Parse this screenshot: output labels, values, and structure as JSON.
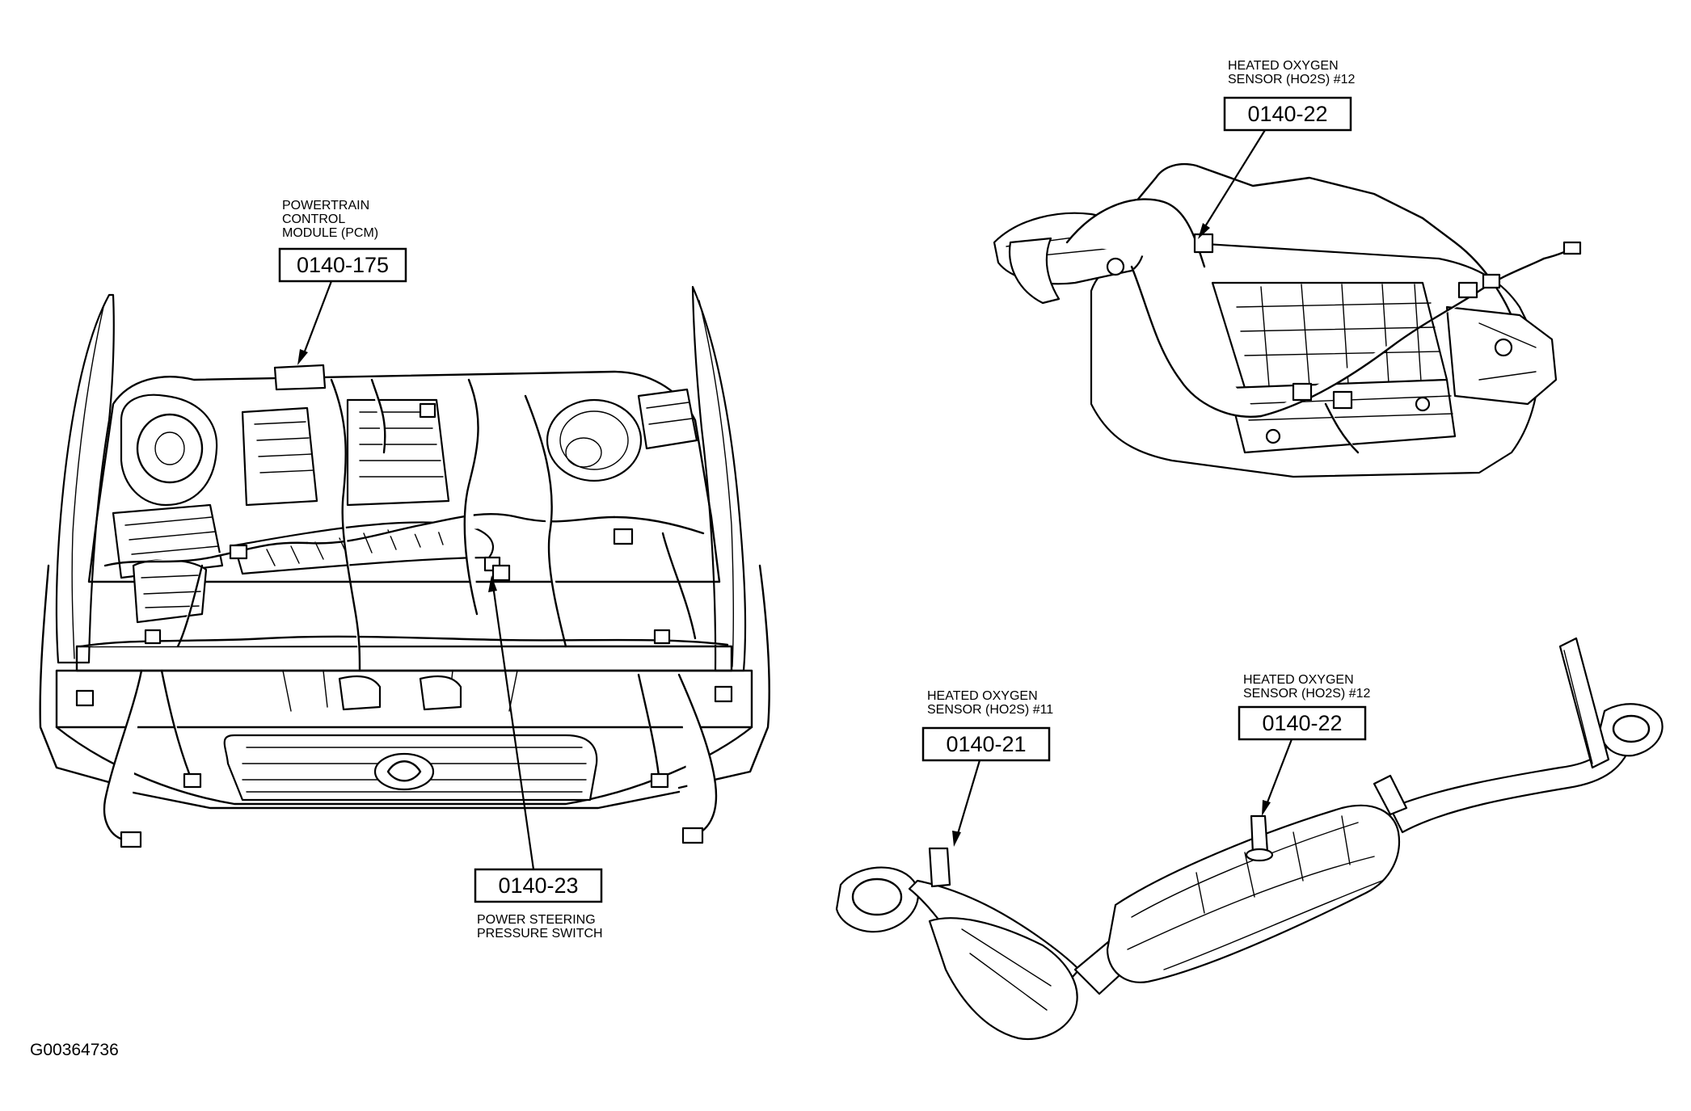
{
  "diagram_id": "G00364736",
  "callouts": {
    "pcm": {
      "label_lines": [
        "POWERTRAIN",
        "CONTROL",
        "MODULE (PCM)"
      ],
      "code": "0140-175"
    },
    "ps_switch": {
      "code": "0140-23",
      "label_lines": [
        "POWER STEERING",
        "PRESSURE SWITCH"
      ]
    },
    "ho2s_12_transmission": {
      "label_lines": [
        "HEATED OXYGEN",
        "SENSOR (HO2S) #12"
      ],
      "code": "0140-22"
    },
    "ho2s_11": {
      "label_lines": [
        "HEATED OXYGEN",
        "SENSOR (HO2S) #11"
      ],
      "code": "0140-21"
    },
    "ho2s_12_exhaust": {
      "label_lines": [
        "HEATED OXYGEN",
        "SENSOR (HO2S) #12"
      ],
      "code": "0140-22"
    }
  },
  "illustrations": {
    "engine_bay": "engine-compartment-illustration",
    "transmission": "transmission-illustration",
    "exhaust": "exhaust-catalytic-converter-illustration"
  }
}
